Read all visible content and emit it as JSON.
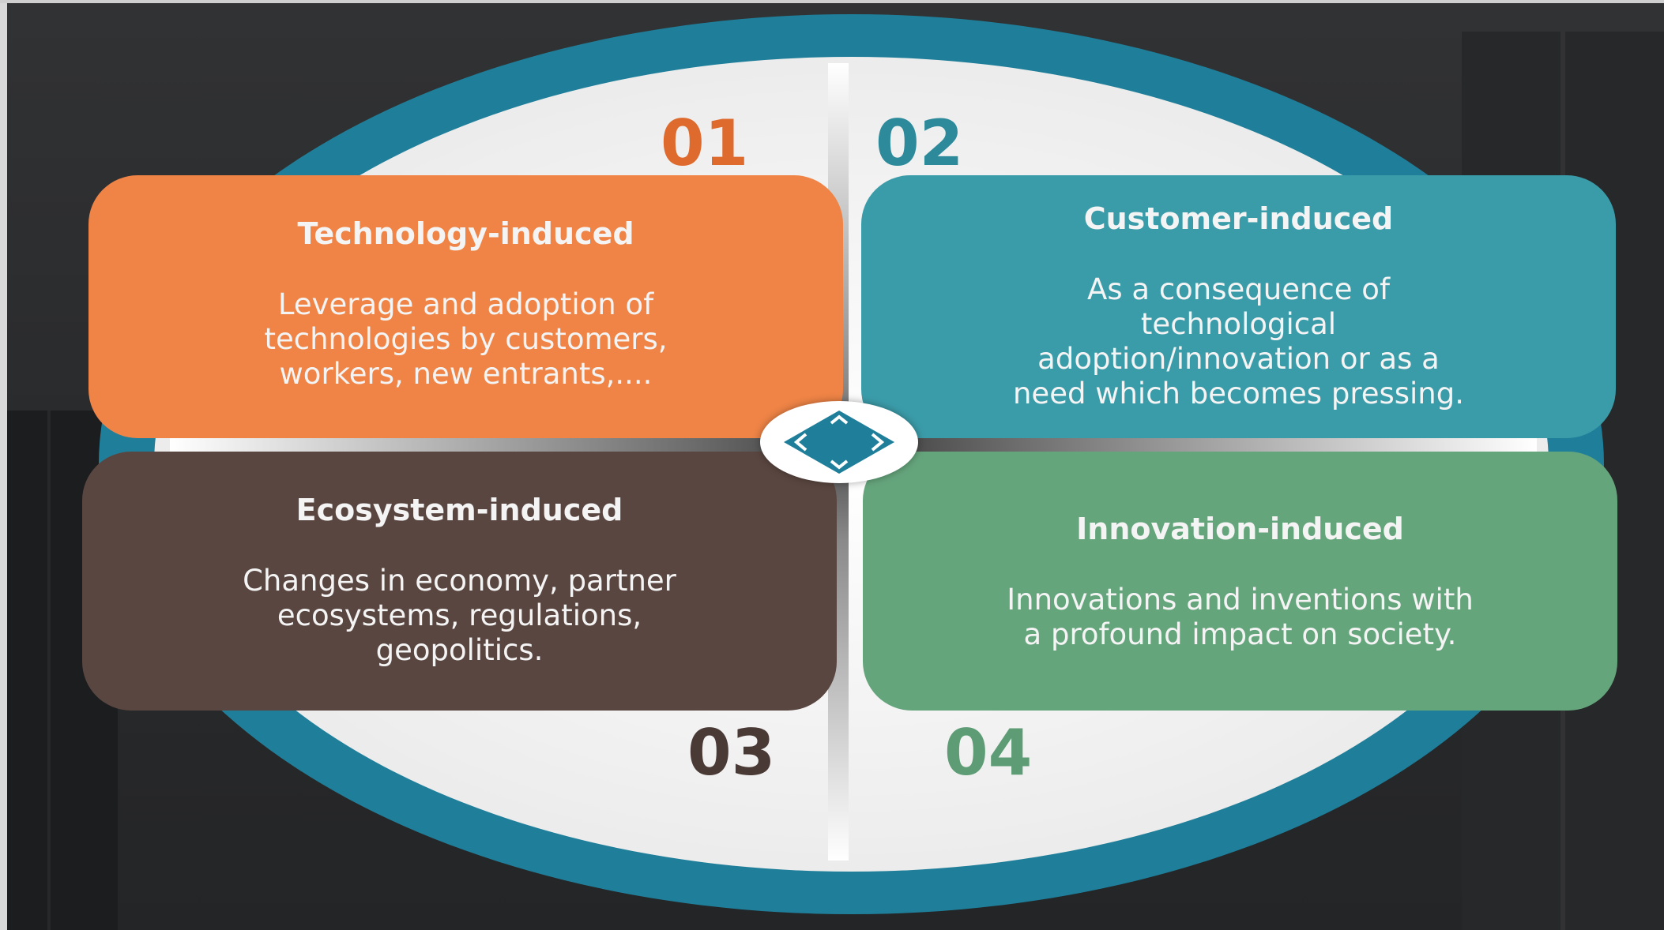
{
  "colors": {
    "ring": "#1f7f9a",
    "technology": "#ef8446",
    "customer": "#3b9ca9",
    "ecosystem": "#5a4640",
    "innovation": "#65a57c"
  },
  "hub": {
    "icon": "four-way-arrows-icon"
  },
  "quadrants": [
    {
      "number": "01",
      "title": "Technology-induced",
      "lines": [
        "Leverage and adoption of",
        "technologies by customers,",
        "workers, new entrants,...."
      ]
    },
    {
      "number": "02",
      "title": "Customer-induced",
      "lines": [
        "As a consequence of",
        "technological",
        "adoption/innovation or as a",
        "need which becomes pressing."
      ]
    },
    {
      "number": "03",
      "title": "Ecosystem-induced",
      "lines": [
        "Changes in economy, partner",
        "ecosystems, regulations,",
        "geopolitics."
      ]
    },
    {
      "number": "04",
      "title": "Innovation-induced",
      "lines": [
        "Innovations and inventions with",
        "a profound impact on society."
      ]
    }
  ]
}
